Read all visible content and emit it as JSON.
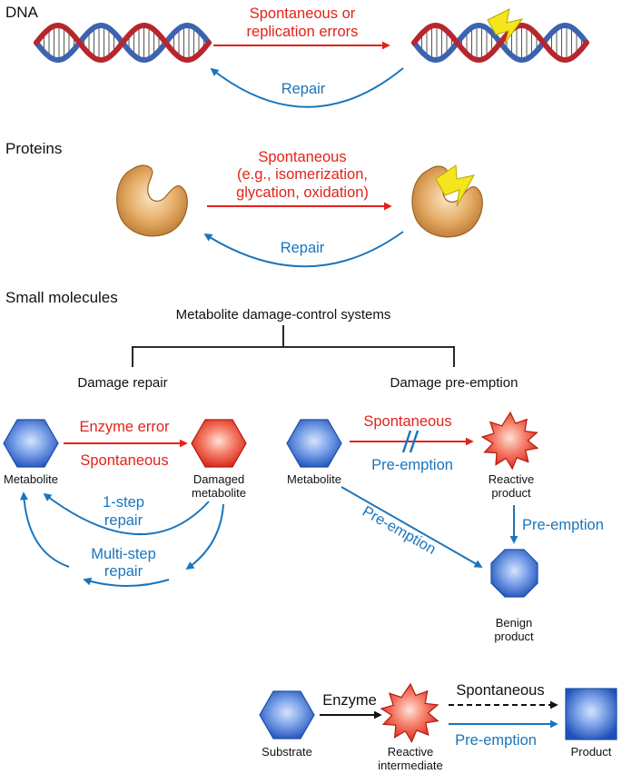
{
  "sections": {
    "dna": {
      "title": "DNA",
      "forward_line1": "Spontaneous or",
      "forward_line2": "replication errors",
      "repair": "Repair"
    },
    "proteins": {
      "title": "Proteins",
      "forward_line1": "Spontaneous",
      "forward_line2": "(e.g., isomerization,",
      "forward_line3": "glycation, oxidation)",
      "repair": "Repair"
    },
    "small_molecules": {
      "title": "Small molecules",
      "root": "Metabolite damage-control systems",
      "branch_left": "Damage repair",
      "branch_right": "Damage pre-emption"
    }
  },
  "damage_repair": {
    "metabolite": "Metabolite",
    "damaged_line1": "Damaged",
    "damaged_line2": "metabolite",
    "enzyme_error": "Enzyme error",
    "spontaneous": "Spontaneous",
    "one_step_line1": "1-step",
    "one_step_line2": "repair",
    "multi_step_line1": "Multi-step",
    "multi_step_line2": "repair"
  },
  "damage_preemption": {
    "metabolite": "Metabolite",
    "spontaneous": "Spontaneous",
    "preemption_under": "Pre-emption",
    "reactive_line1": "Reactive",
    "reactive_line2": "product",
    "preemption_diagonal": "Pre-emption",
    "preemption_down": "Pre-emption",
    "benign_line1": "Benign",
    "benign_line2": "product"
  },
  "bottom_pathway": {
    "substrate": "Substrate",
    "enzyme": "Enzyme",
    "intermediate_line1": "Reactive",
    "intermediate_line2": "intermediate",
    "spontaneous": "Spontaneous",
    "preemption": "Pre-emption",
    "product": "Product"
  },
  "colors": {
    "damage_red": "#e2231a",
    "repair_blue": "#1a75bc",
    "hexagon_blue": "#2e64c8",
    "damaged_red": "#e8311f",
    "protein_tan": "#d7974c",
    "bolt_yellow": "#f4e51c",
    "dna_red": "#b8262d",
    "dna_blue": "#3b63b0"
  }
}
